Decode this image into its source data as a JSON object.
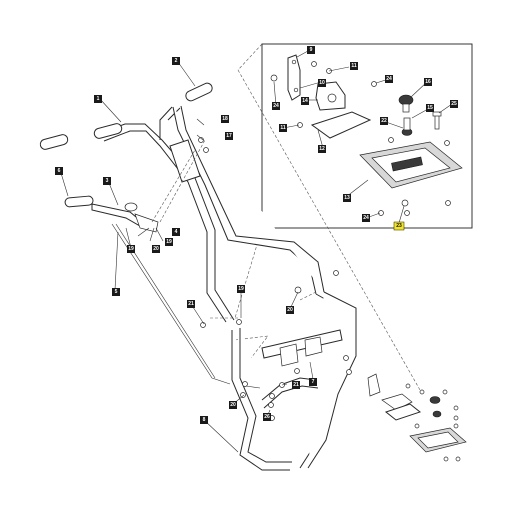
{
  "callouts": [
    {
      "id": "c1",
      "label": "1",
      "highlight": false
    },
    {
      "id": "c2",
      "label": "2",
      "highlight": false
    },
    {
      "id": "c3",
      "label": "3",
      "highlight": false
    },
    {
      "id": "c4",
      "label": "4",
      "highlight": false
    },
    {
      "id": "c5",
      "label": "5",
      "highlight": false
    },
    {
      "id": "c6",
      "label": "6",
      "highlight": false
    },
    {
      "id": "c7",
      "label": "7",
      "highlight": false
    },
    {
      "id": "c8",
      "label": "8",
      "highlight": false
    },
    {
      "id": "c9",
      "label": "9",
      "highlight": false
    },
    {
      "id": "c10",
      "label": "10",
      "highlight": false
    },
    {
      "id": "c11",
      "label": "11",
      "highlight": false
    },
    {
      "id": "c11b",
      "label": "11",
      "highlight": false
    },
    {
      "id": "c12",
      "label": "12",
      "highlight": false
    },
    {
      "id": "c13",
      "label": "13",
      "highlight": false
    },
    {
      "id": "c14",
      "label": "14",
      "highlight": false
    },
    {
      "id": "c15",
      "label": "15",
      "highlight": false
    },
    {
      "id": "c16",
      "label": "16",
      "highlight": false
    },
    {
      "id": "c17",
      "label": "17",
      "highlight": false
    },
    {
      "id": "c18",
      "label": "18",
      "highlight": false
    },
    {
      "id": "c19a",
      "label": "19",
      "highlight": false
    },
    {
      "id": "c19b",
      "label": "19",
      "highlight": false
    },
    {
      "id": "c19c",
      "label": "19",
      "highlight": false
    },
    {
      "id": "c20a",
      "label": "20",
      "highlight": false
    },
    {
      "id": "c20b",
      "label": "20",
      "highlight": false
    },
    {
      "id": "c20c",
      "label": "20",
      "highlight": false
    },
    {
      "id": "c21a",
      "label": "21",
      "highlight": false
    },
    {
      "id": "c21b",
      "label": "21",
      "highlight": false
    },
    {
      "id": "c22",
      "label": "22",
      "highlight": false
    },
    {
      "id": "c23",
      "label": "23",
      "highlight": true
    },
    {
      "id": "c24a",
      "label": "24",
      "highlight": false
    },
    {
      "id": "c24b",
      "label": "24",
      "highlight": false
    },
    {
      "id": "c24c",
      "label": "24",
      "highlight": false
    },
    {
      "id": "c25",
      "label": "25",
      "highlight": false
    },
    {
      "id": "c26",
      "label": "26",
      "highlight": false
    }
  ],
  "colors": {
    "highlight": "#f5e70f",
    "callout": "#1a1a1a",
    "line": "#2a2a2a"
  }
}
